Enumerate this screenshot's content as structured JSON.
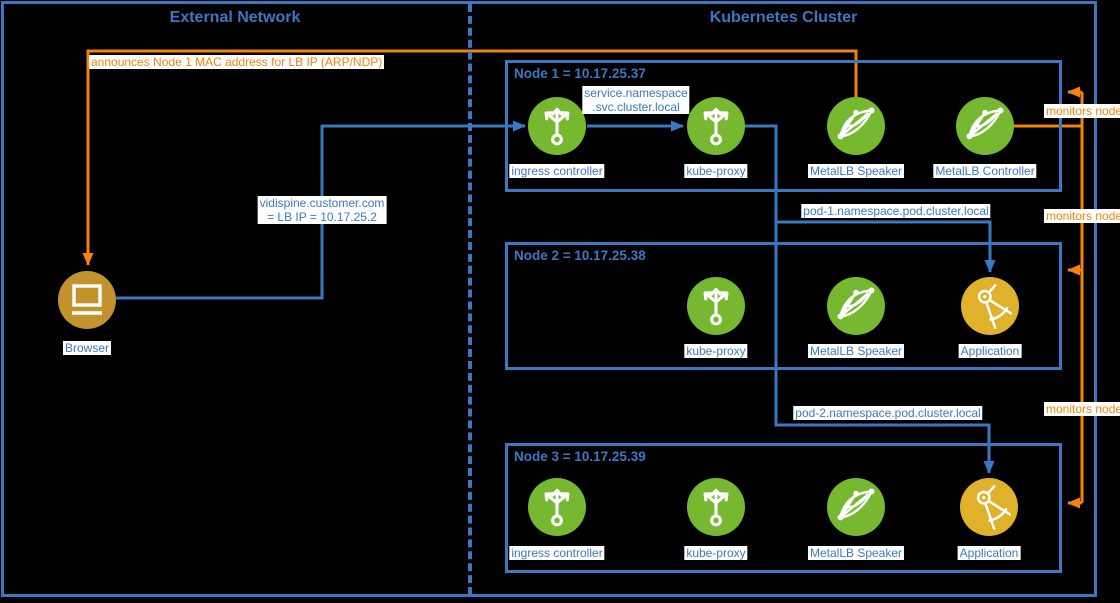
{
  "regions": {
    "external": "External Network",
    "cluster": "Kubernetes Cluster"
  },
  "browser": {
    "label": "Browser"
  },
  "nodes": [
    {
      "title": "Node 1 = 10.17.25.37",
      "components": [
        "ingress controller",
        "kube-proxy",
        "MetalLB Speaker",
        "MetalLB Controller"
      ]
    },
    {
      "title": "Node 2 = 10.17.25.38",
      "components": [
        "kube-proxy",
        "MetalLB Speaker",
        "Application"
      ]
    },
    {
      "title": "Node 3 = 10.17.25.39",
      "components": [
        "ingress controller",
        "kube-proxy",
        "MetalLB Speaker",
        "Application"
      ]
    }
  ],
  "edges": {
    "announce": "announces Node 1 MAC address for LB IP (ARP/NDP)",
    "vidispine1": "vidispine.customer.com",
    "vidispine2": "= LB IP = 10.17.25.2",
    "service1": "service.namespace",
    "service2": ".svc.cluster.local",
    "pod1": "pod-1.namespace.pod.cluster.local",
    "pod2": "pod-2.namespace.pod.cluster.local",
    "monitors": "monitors node"
  },
  "colors": {
    "blue": "#3B78C4",
    "orange": "#F5820C",
    "green": "#76B82F",
    "application_gold": "#E0B22B",
    "browser_gold": "#C2932D",
    "label_background": "#FFFFFF",
    "background": "#000000"
  }
}
